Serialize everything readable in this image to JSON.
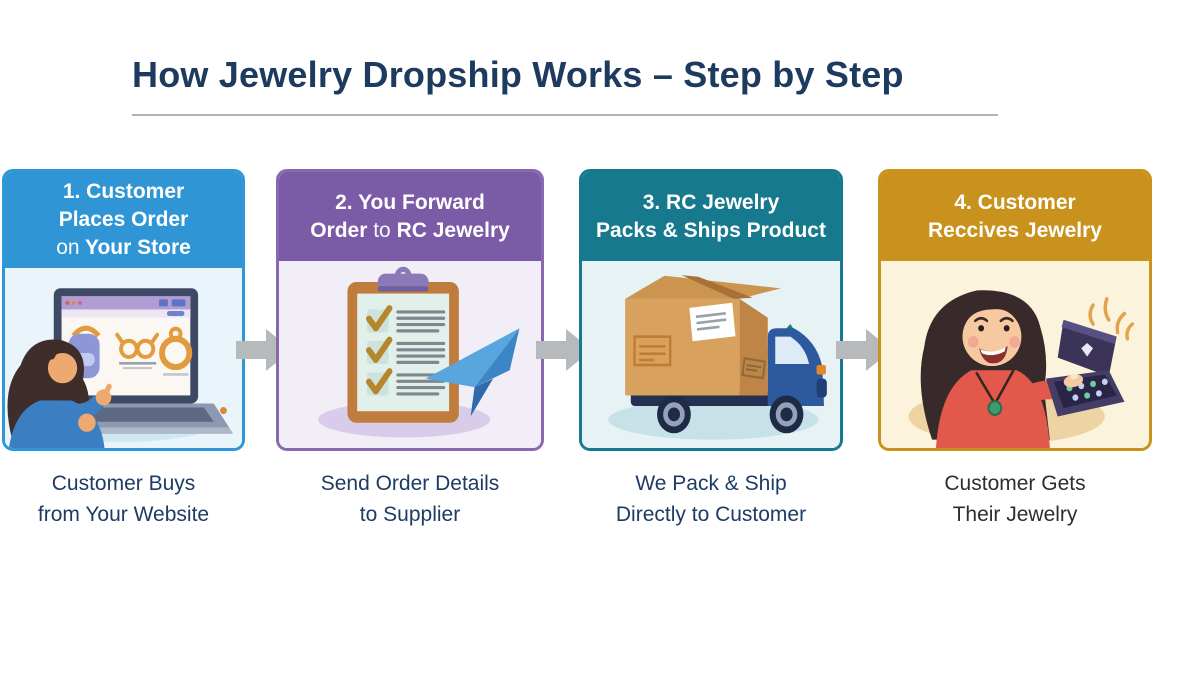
{
  "page": {
    "title": "How Jewelry Dropship Works – Step by Step",
    "title_color": "#1d3a5f",
    "divider_color": "#b3b3b3",
    "background": "#ffffff",
    "arrow_color": "#b6babd",
    "arrow_icon": "right-arrow-icon"
  },
  "steps": [
    {
      "step_number": "1",
      "header": {
        "l1": "1. Customer",
        "l2": "Places Order",
        "l3a": "on",
        "l3b": "Your Store"
      },
      "caption": {
        "line1": "Customer Buys",
        "line2": "from Your Website"
      },
      "illustration": "shopper-at-laptop-illustration",
      "colors": {
        "header_bg": "#3095d5",
        "body_bg": "#eaf5fb",
        "border": "#2f97d7",
        "caption": "#1e3c63"
      }
    },
    {
      "step_number": "2",
      "header": {
        "l1": "2. You Forward",
        "l2a": "Order",
        "l2b": "to",
        "l2c": "RC Jewelry"
      },
      "caption": {
        "line1": "Send Order Details",
        "line2": "to Supplier"
      },
      "illustration": "clipboard-paper-plane-illustration",
      "colors": {
        "header_bg": "#7b5aa6",
        "body_bg": "#f2eef8",
        "border": "#8a68b0",
        "caption": "#1e3c63"
      }
    },
    {
      "step_number": "3",
      "header": {
        "l1": "3. RC Jewelry",
        "l2": "Packs & Ships Product"
      },
      "caption": {
        "line1": "We Pack & Ship",
        "line2": "Directly to Customer"
      },
      "illustration": "box-truck-illustration",
      "colors": {
        "header_bg": "#16798d",
        "body_bg": "#e7f2f4",
        "border": "#16798d",
        "caption": "#1e3c63"
      }
    },
    {
      "step_number": "4",
      "header": {
        "l1": "4. Customer",
        "l2": "Reccives Jewelry"
      },
      "caption": {
        "line1": "Customer Gets",
        "line2": "Their Jewelry"
      },
      "illustration": "woman-jewelry-box-illustration",
      "colors": {
        "header_bg": "#c9921c",
        "body_bg": "#fcf3dc",
        "border": "#c8921f",
        "caption": "#2e2e2e"
      }
    }
  ]
}
